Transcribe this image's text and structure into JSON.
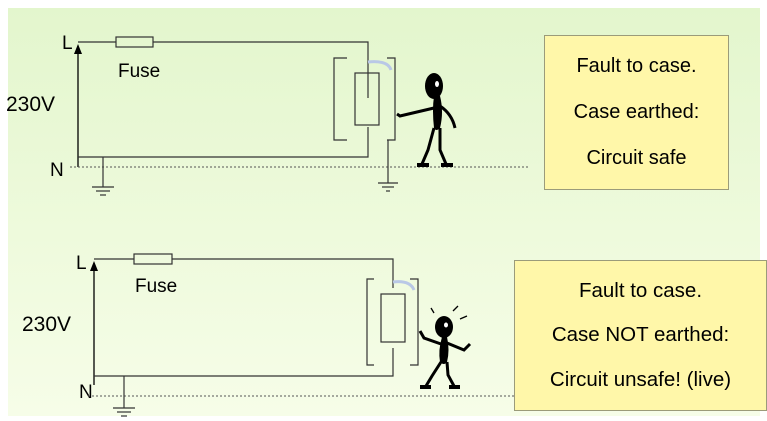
{
  "panels": [
    {
      "live_label": "L",
      "neutral_label": "N",
      "voltage_label": "230V",
      "fuse_label": "Fuse",
      "note_lines": [
        "Fault to case.",
        "Case earthed:",
        "Circuit safe"
      ]
    },
    {
      "live_label": "L",
      "neutral_label": "N",
      "voltage_label": "230V",
      "fuse_label": "Fuse",
      "note_lines": [
        "Fault to case.",
        "Case NOT earthed:",
        "Circuit unsafe! (live)"
      ]
    }
  ],
  "colors": {
    "background": "#e6f7d2",
    "note_fill": "#fff7a9",
    "wire": "#333333",
    "fault_wire": "#b9c8e6"
  }
}
